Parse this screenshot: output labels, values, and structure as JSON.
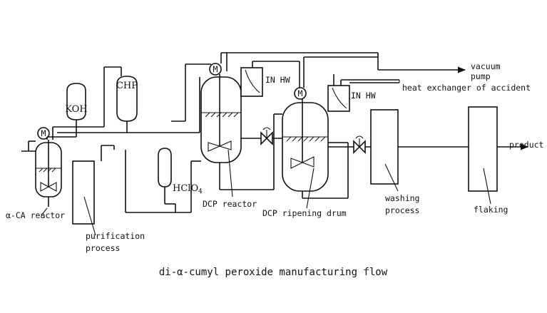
{
  "caption": "di-α-cumyl peroxide manufacturing flow",
  "labels": {
    "vacuum_pump": [
      "vacuum",
      "pump"
    ],
    "heat_exchanger": "heat exchanger of accident",
    "product": "product",
    "koh": "KOH",
    "chp": "CHP",
    "hclo4": "HClO",
    "hclo4_sub": "4",
    "in_hw_1": "IN HW",
    "in_hw_2": "IN HW",
    "motor": "M",
    "alpha_ca_reactor": "α-CA reactor",
    "purification": [
      "purification",
      "process"
    ],
    "dcp_reactor": "DCP reactor",
    "dcp_ripening": "DCP ripening drum",
    "washing": [
      "washing",
      "process"
    ],
    "flaking": "flaking"
  }
}
